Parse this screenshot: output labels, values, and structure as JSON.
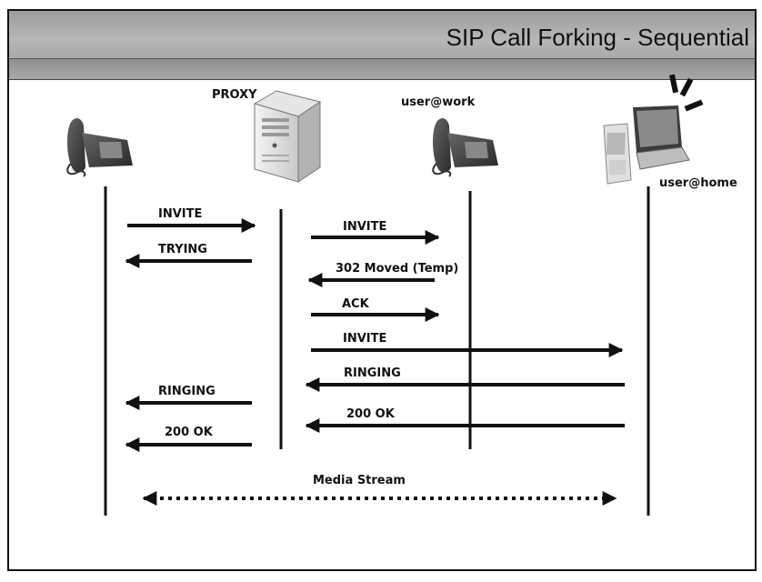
{
  "title": "SIP Call Forking - Sequential",
  "colors": {
    "header": "#a8a8a8",
    "line": "#111111"
  },
  "entities": [
    {
      "id": "caller",
      "label": "",
      "icon": "desk-phone-icon"
    },
    {
      "id": "proxy",
      "label": "PROXY",
      "icon": "server-icon"
    },
    {
      "id": "work",
      "label": "user@work",
      "icon": "desk-phone-icon"
    },
    {
      "id": "home",
      "label": "user@home",
      "icon": "laptop-and-pda-icon"
    }
  ],
  "messages": [
    {
      "label": "INVITE",
      "from": "caller",
      "to": "proxy"
    },
    {
      "label": "TRYING",
      "from": "proxy",
      "to": "caller"
    },
    {
      "label": "INVITE",
      "from": "proxy",
      "to": "work"
    },
    {
      "label": "302 Moved (Temp)",
      "from": "work",
      "to": "proxy"
    },
    {
      "label": "ACK",
      "from": "proxy",
      "to": "work"
    },
    {
      "label": "INVITE",
      "from": "proxy",
      "to": "home"
    },
    {
      "label": "RINGING",
      "from": "home",
      "to": "proxy"
    },
    {
      "label": "RINGING",
      "from": "proxy",
      "to": "caller"
    },
    {
      "label": "200 OK",
      "from": "home",
      "to": "proxy"
    },
    {
      "label": "200 OK",
      "from": "proxy",
      "to": "caller"
    }
  ],
  "media": {
    "label": "Media Stream",
    "from": "caller",
    "to": "home",
    "style": "dotted-bidirectional"
  }
}
